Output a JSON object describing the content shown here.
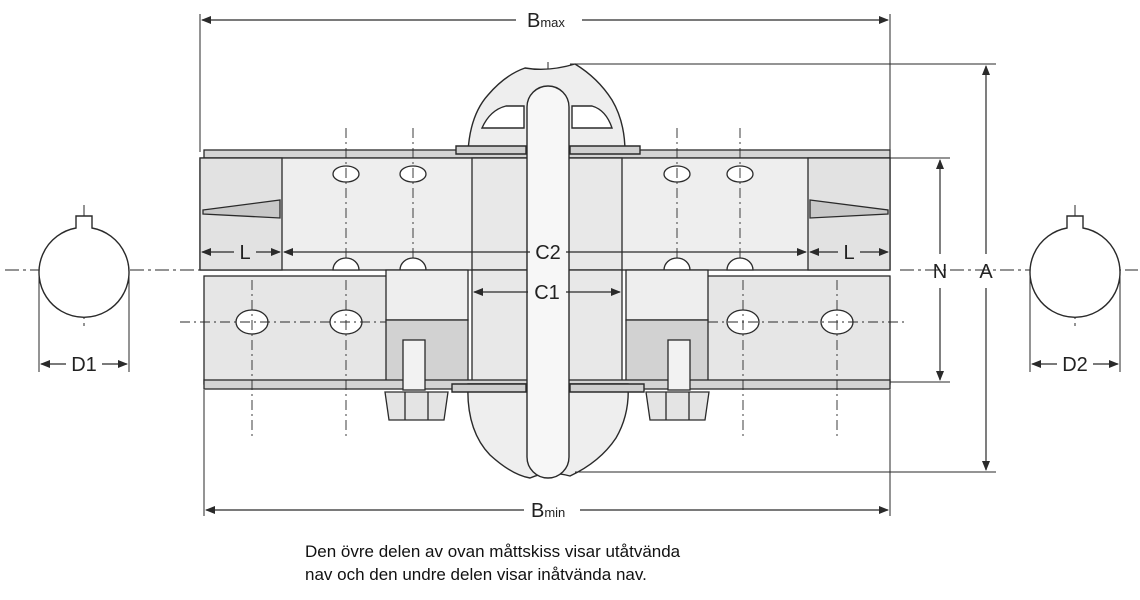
{
  "dimensions": {
    "bmax_main": "B",
    "bmax_sub": "max",
    "bmin_main": "B",
    "bmin_sub": "min",
    "c1": "C1",
    "c2": "C2",
    "l_left": "L",
    "l_right": "L",
    "n": "N",
    "a": "A",
    "d1": "D1",
    "d2": "D2"
  },
  "caption": {
    "line1": "Den övre delen av ovan måttskiss visar utåtvända",
    "line2": "nav och den undre delen visar inåtvända nav."
  },
  "colors": {
    "line": "#2a2a2a",
    "body_fill": "#e6e6e6",
    "shade": "#c9c9c9"
  }
}
